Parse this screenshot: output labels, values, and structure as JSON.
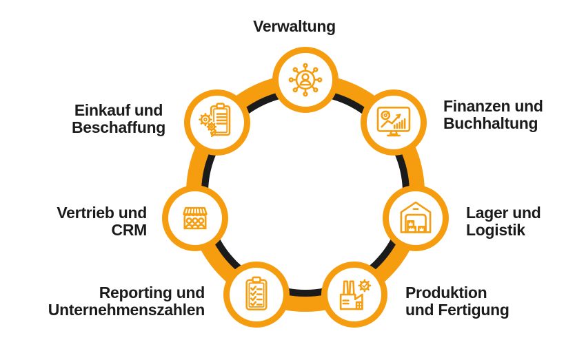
{
  "diagram": {
    "accent_color": "#F59D0E",
    "ring_shadow_color": "#1B1B1B",
    "text_color": "#1B1B1B",
    "background_color": "#FFFFFF",
    "nodes": [
      {
        "id": "verwaltung",
        "line1": "Verwaltung",
        "line2": "",
        "icon": "network-user-icon"
      },
      {
        "id": "finanzen",
        "line1": "Finanzen und",
        "line2": "Buchhaltung",
        "icon": "monitor-analytics-icon"
      },
      {
        "id": "lager",
        "line1": "Lager und",
        "line2": "Logistik",
        "icon": "warehouse-icon"
      },
      {
        "id": "produktion",
        "line1": "Produktion",
        "line2": "und Fertigung",
        "icon": "factory-quality-gear-icon"
      },
      {
        "id": "reporting",
        "line1": "Reporting und",
        "line2": "Unternehmenszahlen",
        "icon": "clipboard-checklist-icon"
      },
      {
        "id": "vertrieb",
        "line1": "Vertrieb und",
        "line2": "CRM",
        "icon": "market-stand-customers-icon"
      },
      {
        "id": "einkauf",
        "line1": "Einkauf und",
        "line2": "Beschaffung",
        "icon": "clipboard-gears-icon"
      }
    ]
  }
}
